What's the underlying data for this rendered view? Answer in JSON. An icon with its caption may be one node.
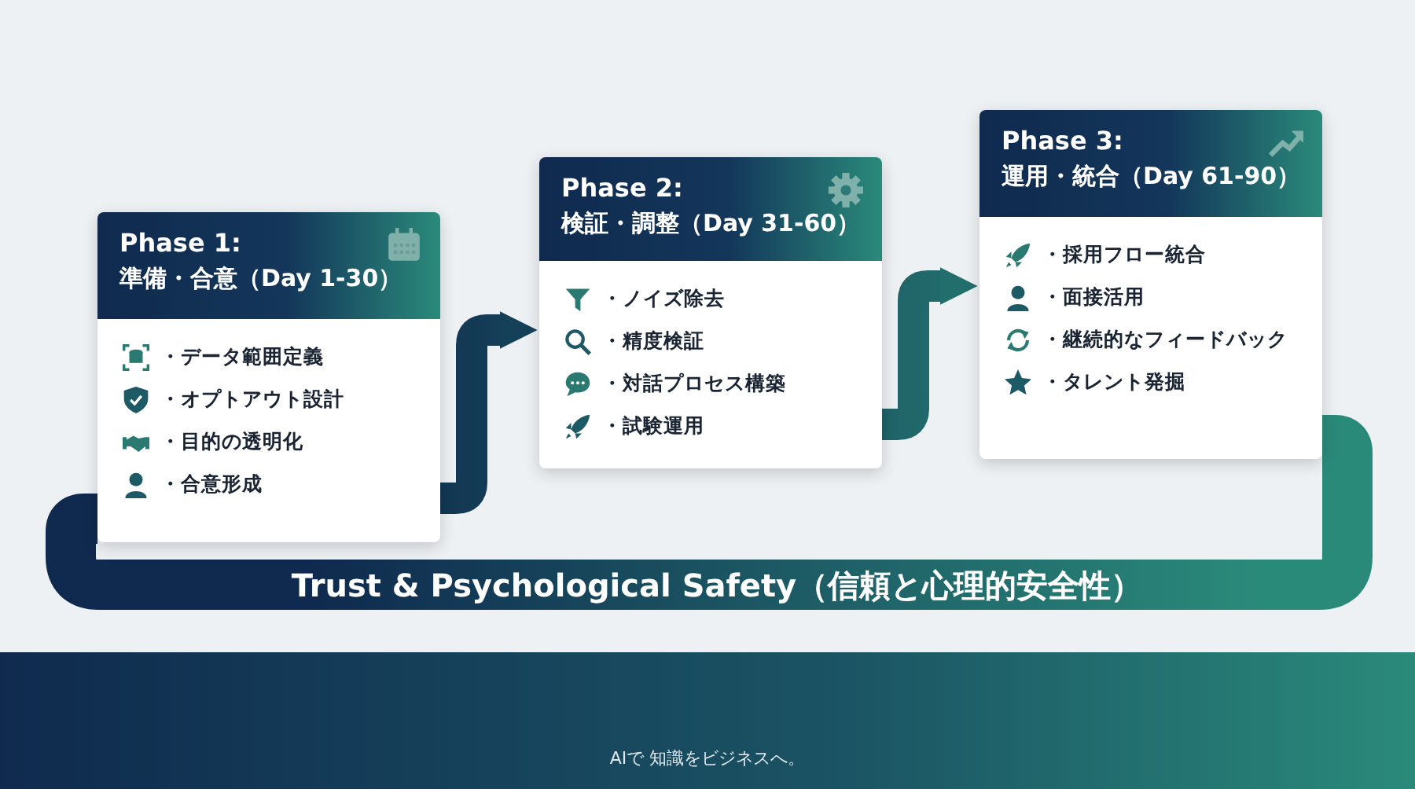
{
  "diagram": {
    "nodes": [
      {
        "text": [
          "Phase 1:",
          "準備・合意（Day 1-30）",
          "・データ範囲定義",
          "・オプトアウト設計",
          "・目的の透明化",
          "・合意形成"
        ]
      },
      {
        "text": [
          "Phase 2:",
          "検証・調整（Day 31-60）",
          "・ノイズ除去",
          "・精度検証",
          "・対話プロセス構築",
          "・試験運用"
        ]
      },
      {
        "text": [
          "Phase 3:",
          "運用・統合（Day 61-90）",
          "・採用フロー統合",
          "・面接活用",
          "・継続的なフィードバック",
          "・タレント発掘"
        ]
      }
    ],
    "edges": [
      {
        "from": 0,
        "to": 1,
        "arrow": "to",
        "style": "thick"
      },
      {
        "from": 1,
        "to": 2,
        "arrow": "to",
        "style": "thick"
      },
      {
        "from": 2,
        "to": 0,
        "arrow": "none",
        "style": "thick",
        "label": "Trust & Psychological Safety（信頼と心理的安全性）"
      }
    ],
    "labels": [
      "AIで 知識をビジネスへ。"
    ]
  }
}
